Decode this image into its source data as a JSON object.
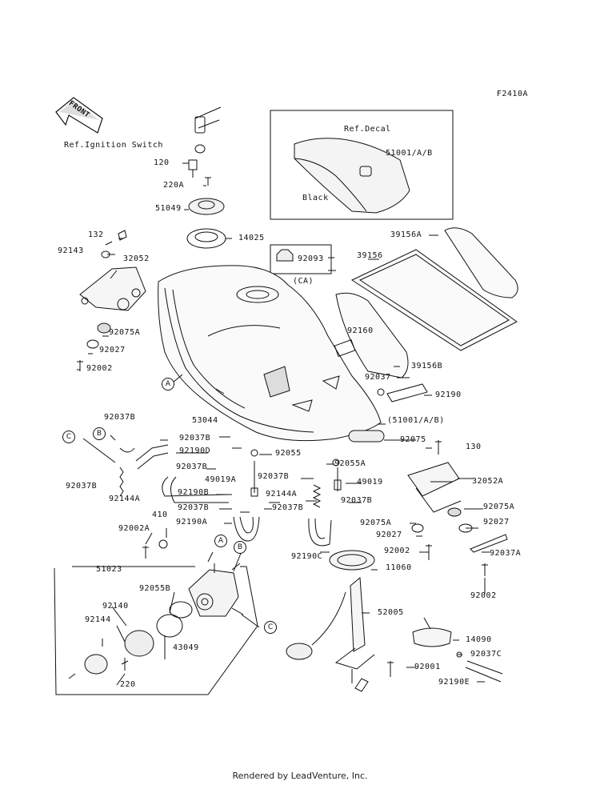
{
  "figure_code": "F2410A",
  "footer": "Rendered by LeadVenture, Inc.",
  "front_label": "FRONT",
  "refs": {
    "ignition": "Ref.Ignition Switch",
    "decal": "Ref.Decal",
    "black": "Black",
    "ca": "(CA)",
    "set": "(51001/A/B)"
  },
  "callouts": [
    "A",
    "B",
    "C"
  ],
  "parts": [
    "120",
    "220A",
    "51049",
    "14025",
    "132",
    "92143",
    "32052",
    "92075A",
    "92027",
    "92002",
    "92093",
    "51001/A/B",
    "39156A",
    "39156",
    "92160",
    "39156B",
    "92037",
    "92190",
    "53044",
    "92037B",
    "92037B",
    "92190D",
    "92037B",
    "92144A",
    "92037B",
    "92190B",
    "92055",
    "49019A",
    "92144A",
    "92037B",
    "92037B",
    "92037B",
    "92190A",
    "92190C",
    "92055A",
    "49019",
    "92037B",
    "92075",
    "130",
    "32052A",
    "92075A",
    "92075A",
    "92027",
    "92027",
    "92002",
    "92037A",
    "92002",
    "11060",
    "52005",
    "14090",
    "92037C",
    "92001",
    "92190E",
    "410",
    "92002A",
    "51023",
    "92055B",
    "92140",
    "92144",
    "43049",
    "220"
  ]
}
